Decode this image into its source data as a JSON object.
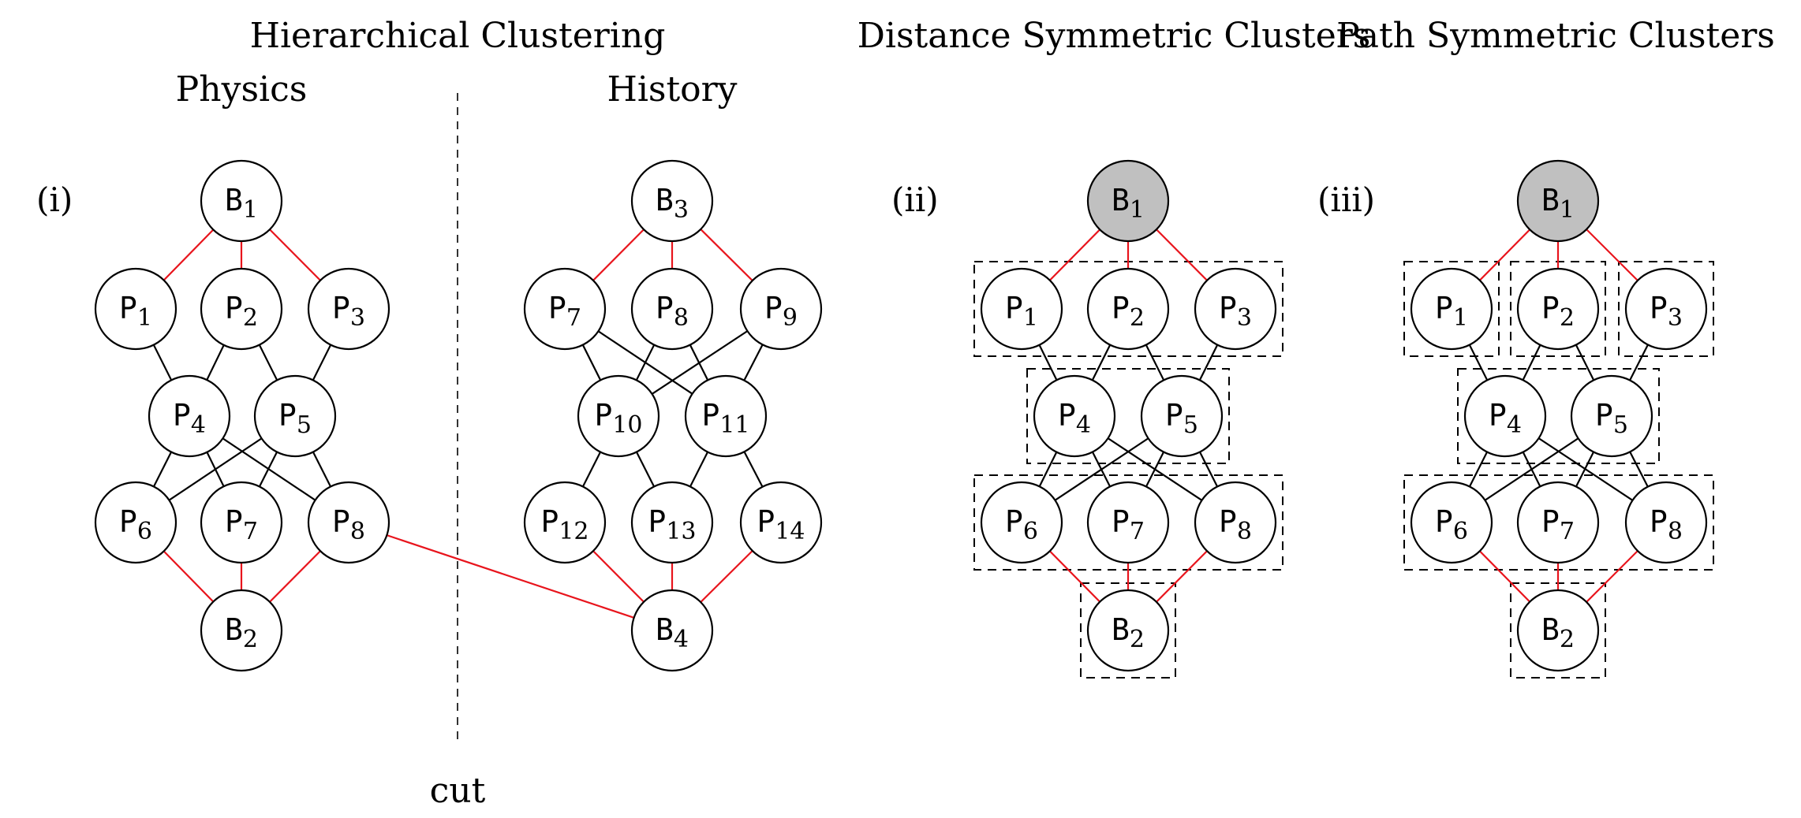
{
  "titles": {
    "hierarchical": "Hierarchical Clustering",
    "distance": "Distance Symmetric Clusters",
    "path": "Path Symmetric Clusters"
  },
  "section_labels": {
    "physics": "Physics",
    "history": "History",
    "cut": "cut"
  },
  "panels": [
    {
      "id": "i",
      "label": "(i)",
      "nodes": [
        {
          "id": "B1",
          "prefix": "B",
          "sub": "1"
        },
        {
          "id": "P1",
          "prefix": "P",
          "sub": "1"
        },
        {
          "id": "P2",
          "prefix": "P",
          "sub": "2"
        },
        {
          "id": "P3",
          "prefix": "P",
          "sub": "3"
        },
        {
          "id": "P4",
          "prefix": "P",
          "sub": "4"
        },
        {
          "id": "P5",
          "prefix": "P",
          "sub": "5"
        },
        {
          "id": "P6",
          "prefix": "P",
          "sub": "6"
        },
        {
          "id": "P7",
          "prefix": "P",
          "sub": "7"
        },
        {
          "id": "P8",
          "prefix": "P",
          "sub": "8"
        },
        {
          "id": "B2",
          "prefix": "B",
          "sub": "2"
        },
        {
          "id": "B3",
          "prefix": "B",
          "sub": "3"
        },
        {
          "id": "P7b",
          "prefix": "P",
          "sub": "7"
        },
        {
          "id": "P8b",
          "prefix": "P",
          "sub": "8"
        },
        {
          "id": "P9",
          "prefix": "P",
          "sub": "9"
        },
        {
          "id": "P10",
          "prefix": "P",
          "sub": "10"
        },
        {
          "id": "P11",
          "prefix": "P",
          "sub": "11"
        },
        {
          "id": "P12",
          "prefix": "P",
          "sub": "12"
        },
        {
          "id": "P13",
          "prefix": "P",
          "sub": "13"
        },
        {
          "id": "P14",
          "prefix": "P",
          "sub": "14"
        },
        {
          "id": "B4",
          "prefix": "B",
          "sub": "4"
        }
      ],
      "edges": [
        {
          "from": "B1",
          "to": "P1",
          "color": "red"
        },
        {
          "from": "B1",
          "to": "P2",
          "color": "red"
        },
        {
          "from": "B1",
          "to": "P3",
          "color": "red"
        },
        {
          "from": "P1",
          "to": "P4",
          "color": "black"
        },
        {
          "from": "P2",
          "to": "P4",
          "color": "black"
        },
        {
          "from": "P2",
          "to": "P5",
          "color": "black"
        },
        {
          "from": "P3",
          "to": "P5",
          "color": "black"
        },
        {
          "from": "P4",
          "to": "P6",
          "color": "black"
        },
        {
          "from": "P4",
          "to": "P7",
          "color": "black"
        },
        {
          "from": "P4",
          "to": "P8",
          "color": "black"
        },
        {
          "from": "P5",
          "to": "P6",
          "color": "black"
        },
        {
          "from": "P5",
          "to": "P7",
          "color": "black"
        },
        {
          "from": "P5",
          "to": "P8",
          "color": "black"
        },
        {
          "from": "P6",
          "to": "B2",
          "color": "red"
        },
        {
          "from": "P7",
          "to": "B2",
          "color": "red"
        },
        {
          "from": "P8",
          "to": "B2",
          "color": "red"
        },
        {
          "from": "P8",
          "to": "B4",
          "color": "red"
        },
        {
          "from": "B3",
          "to": "P7b",
          "color": "red"
        },
        {
          "from": "B3",
          "to": "P8b",
          "color": "red"
        },
        {
          "from": "B3",
          "to": "P9",
          "color": "red"
        },
        {
          "from": "P7b",
          "to": "P10",
          "color": "black"
        },
        {
          "from": "P7b",
          "to": "P11",
          "color": "black"
        },
        {
          "from": "P8b",
          "to": "P10",
          "color": "black"
        },
        {
          "from": "P8b",
          "to": "P11",
          "color": "black"
        },
        {
          "from": "P9",
          "to": "P10",
          "color": "black"
        },
        {
          "from": "P9",
          "to": "P11",
          "color": "black"
        },
        {
          "from": "P10",
          "to": "P12",
          "color": "black"
        },
        {
          "from": "P10",
          "to": "P13",
          "color": "black"
        },
        {
          "from": "P11",
          "to": "P13",
          "color": "black"
        },
        {
          "from": "P11",
          "to": "P14",
          "color": "black"
        },
        {
          "from": "P12",
          "to": "B4",
          "color": "red"
        },
        {
          "from": "P13",
          "to": "B4",
          "color": "red"
        },
        {
          "from": "P14",
          "to": "B4",
          "color": "red"
        }
      ],
      "clusters": []
    },
    {
      "id": "ii",
      "label": "(ii)",
      "nodes": [
        {
          "id": "B1",
          "prefix": "B",
          "sub": "1",
          "fill": "#c0c0c0"
        },
        {
          "id": "P1",
          "prefix": "P",
          "sub": "1"
        },
        {
          "id": "P2",
          "prefix": "P",
          "sub": "2"
        },
        {
          "id": "P3",
          "prefix": "P",
          "sub": "3"
        },
        {
          "id": "P4",
          "prefix": "P",
          "sub": "4"
        },
        {
          "id": "P5",
          "prefix": "P",
          "sub": "5"
        },
        {
          "id": "P6",
          "prefix": "P",
          "sub": "6"
        },
        {
          "id": "P7",
          "prefix": "P",
          "sub": "7"
        },
        {
          "id": "P8",
          "prefix": "P",
          "sub": "8"
        },
        {
          "id": "B2",
          "prefix": "B",
          "sub": "2"
        }
      ],
      "edges": [
        {
          "from": "B1",
          "to": "P1",
          "color": "red"
        },
        {
          "from": "B1",
          "to": "P2",
          "color": "red"
        },
        {
          "from": "B1",
          "to": "P3",
          "color": "red"
        },
        {
          "from": "P1",
          "to": "P4",
          "color": "black"
        },
        {
          "from": "P2",
          "to": "P4",
          "color": "black"
        },
        {
          "from": "P2",
          "to": "P5",
          "color": "black"
        },
        {
          "from": "P3",
          "to": "P5",
          "color": "black"
        },
        {
          "from": "P4",
          "to": "P6",
          "color": "black"
        },
        {
          "from": "P4",
          "to": "P7",
          "color": "black"
        },
        {
          "from": "P4",
          "to": "P8",
          "color": "black"
        },
        {
          "from": "P5",
          "to": "P6",
          "color": "black"
        },
        {
          "from": "P5",
          "to": "P7",
          "color": "black"
        },
        {
          "from": "P5",
          "to": "P8",
          "color": "black"
        },
        {
          "from": "P6",
          "to": "B2",
          "color": "red"
        },
        {
          "from": "P7",
          "to": "B2",
          "color": "red"
        },
        {
          "from": "P8",
          "to": "B2",
          "color": "red"
        }
      ],
      "clusters": [
        [
          "P1",
          "P2",
          "P3"
        ],
        [
          "P4",
          "P5"
        ],
        [
          "P6",
          "P7",
          "P8"
        ],
        [
          "B2"
        ]
      ]
    },
    {
      "id": "iii",
      "label": "(iii)",
      "nodes": [
        {
          "id": "B1",
          "prefix": "B",
          "sub": "1",
          "fill": "#c0c0c0"
        },
        {
          "id": "P1",
          "prefix": "P",
          "sub": "1"
        },
        {
          "id": "P2",
          "prefix": "P",
          "sub": "2"
        },
        {
          "id": "P3",
          "prefix": "P",
          "sub": "3"
        },
        {
          "id": "P4",
          "prefix": "P",
          "sub": "4"
        },
        {
          "id": "P5",
          "prefix": "P",
          "sub": "5"
        },
        {
          "id": "P6",
          "prefix": "P",
          "sub": "6"
        },
        {
          "id": "P7",
          "prefix": "P",
          "sub": "7"
        },
        {
          "id": "P8",
          "prefix": "P",
          "sub": "8"
        },
        {
          "id": "B2",
          "prefix": "B",
          "sub": "2"
        }
      ],
      "edges": [
        {
          "from": "B1",
          "to": "P1",
          "color": "red"
        },
        {
          "from": "B1",
          "to": "P2",
          "color": "red"
        },
        {
          "from": "B1",
          "to": "P3",
          "color": "red"
        },
        {
          "from": "P1",
          "to": "P4",
          "color": "black"
        },
        {
          "from": "P2",
          "to": "P4",
          "color": "black"
        },
        {
          "from": "P2",
          "to": "P5",
          "color": "black"
        },
        {
          "from": "P3",
          "to": "P5",
          "color": "black"
        },
        {
          "from": "P4",
          "to": "P6",
          "color": "black"
        },
        {
          "from": "P4",
          "to": "P7",
          "color": "black"
        },
        {
          "from": "P4",
          "to": "P8",
          "color": "black"
        },
        {
          "from": "P5",
          "to": "P6",
          "color": "black"
        },
        {
          "from": "P5",
          "to": "P7",
          "color": "black"
        },
        {
          "from": "P5",
          "to": "P8",
          "color": "black"
        },
        {
          "from": "P6",
          "to": "B2",
          "color": "red"
        },
        {
          "from": "P7",
          "to": "B2",
          "color": "red"
        },
        {
          "from": "P8",
          "to": "B2",
          "color": "red"
        }
      ],
      "clusters": [
        [
          "P1"
        ],
        [
          "P2"
        ],
        [
          "P3"
        ],
        [
          "P4",
          "P5"
        ],
        [
          "P6",
          "P7",
          "P8"
        ],
        [
          "B2"
        ]
      ]
    }
  ],
  "colors": {
    "red_edge": "#e8141c",
    "black_edge": "#000000",
    "node_fill": "#ffffff",
    "highlight_fill": "#c0c0c0"
  }
}
